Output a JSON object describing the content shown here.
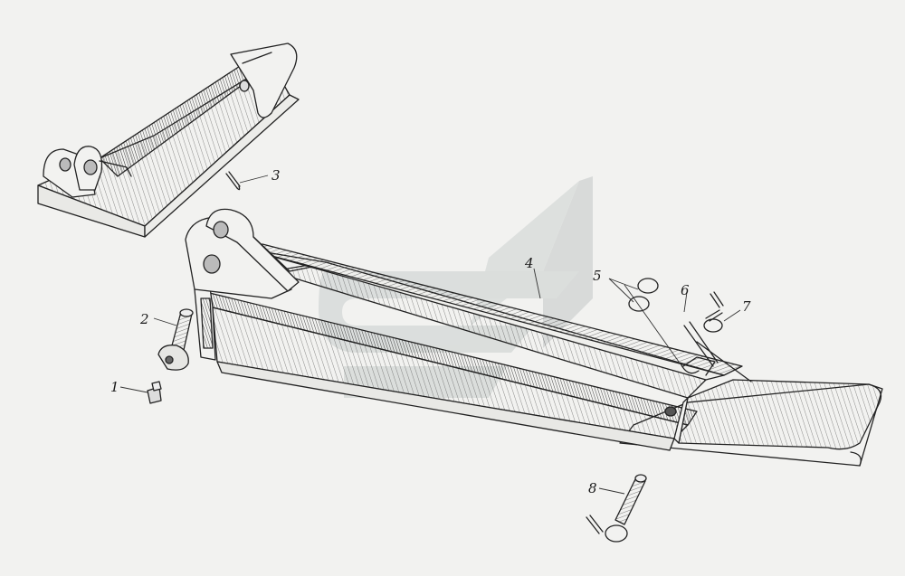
{
  "diagram": {
    "callouts": [
      {
        "id": "1",
        "label": "1"
      },
      {
        "id": "2",
        "label": "2"
      },
      {
        "id": "3",
        "label": "3"
      },
      {
        "id": "4",
        "label": "4"
      },
      {
        "id": "5",
        "label": "5"
      },
      {
        "id": "6",
        "label": "6"
      },
      {
        "id": "7",
        "label": "7"
      },
      {
        "id": "8",
        "label": "8"
      }
    ],
    "colors": {
      "background": "#f2f2f0",
      "ink": "#222222",
      "watermark": "#bfc4c3"
    }
  }
}
